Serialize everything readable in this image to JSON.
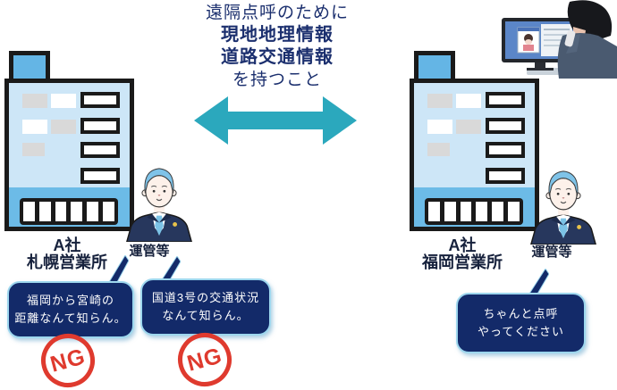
{
  "title": {
    "line1": "遠隔点呼のために",
    "line2": "現地地理情報",
    "line3": "道路交通情報",
    "line4": "を持つこと"
  },
  "left_office": {
    "company": "A社",
    "branch": "札幌営業所",
    "role_label": "運管等",
    "bubble1": {
      "line1": "福岡から宮崎の",
      "line2": "距離なんて知らん。"
    },
    "bubble2": {
      "line1": "国道3号の交通状況",
      "line2": "なんて知らん。"
    },
    "stamp1": "NG",
    "stamp2": "NG"
  },
  "right_office": {
    "company": "A社",
    "branch": "福岡営業所",
    "role_label": "運管等",
    "bubble": {
      "line1": "ちゃんと点呼",
      "line2": "やってください"
    }
  },
  "icons": {
    "arrow": "double-headed-arrow",
    "building": "office-building-illustration",
    "worker": "business-person-illustration",
    "photo": "remote-rollcall-operator-photo",
    "stamp": "ng-stamp"
  },
  "colors": {
    "navy_text": "#1B2F6E",
    "bubble_navy": "#132A69",
    "arrow_teal": "#2BA8BD",
    "ng_red": "#DF3A2E",
    "building_light_blue": "#CDE6F7",
    "building_mid_blue": "#64B5E5",
    "label_black": "#16213C"
  }
}
